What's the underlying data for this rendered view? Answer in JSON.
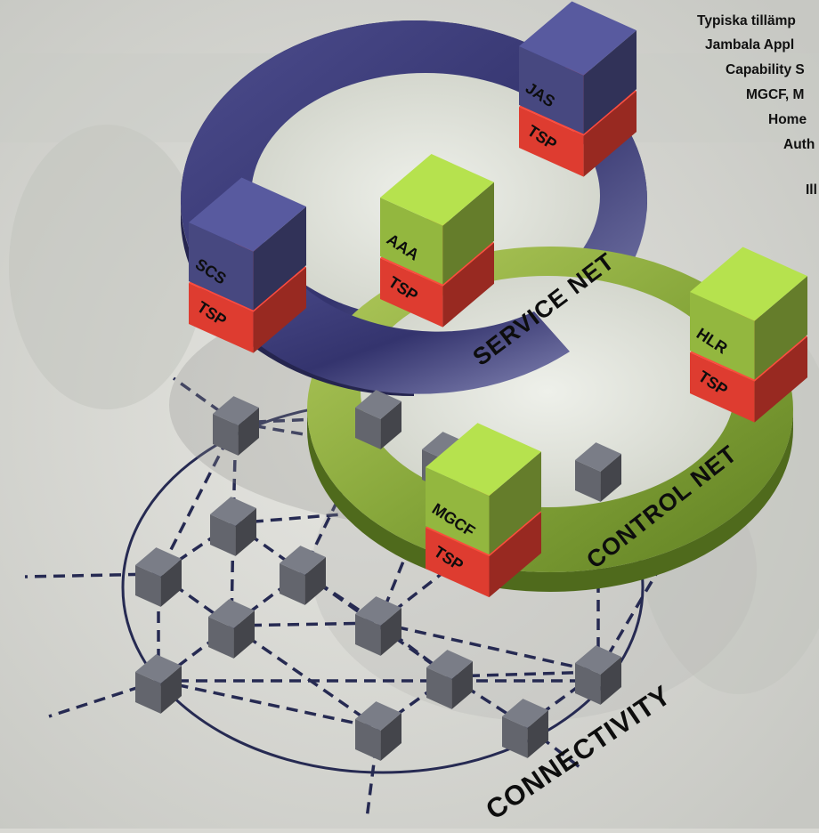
{
  "rings": {
    "service": "SERVICE NET",
    "control": "CONTROL NET",
    "connectivity": "CONNECTIVITY"
  },
  "nodes": {
    "jas": {
      "top": "JAS",
      "bottom": "TSP"
    },
    "scs": {
      "top": "SCS",
      "bottom": "TSP"
    },
    "aaa": {
      "top": "AAA",
      "bottom": "TSP"
    },
    "hlr": {
      "top": "HLR",
      "bottom": "TSP"
    },
    "mgcf": {
      "top": "MGCF",
      "bottom": "TSP"
    }
  },
  "caption_lines": [
    "Typiska tillämp",
    "Jambala Appl",
    "Capability S",
    "MGCF, M",
    "Home",
    "Auth",
    "Ill"
  ],
  "colors": {
    "service_ring": "#34346e",
    "control_ring": "#7f9e35",
    "tsp_block": "#d3392e",
    "green_block": "#8cae3c",
    "blue_block": "#44457a",
    "connect_cube": "#5e6068"
  }
}
